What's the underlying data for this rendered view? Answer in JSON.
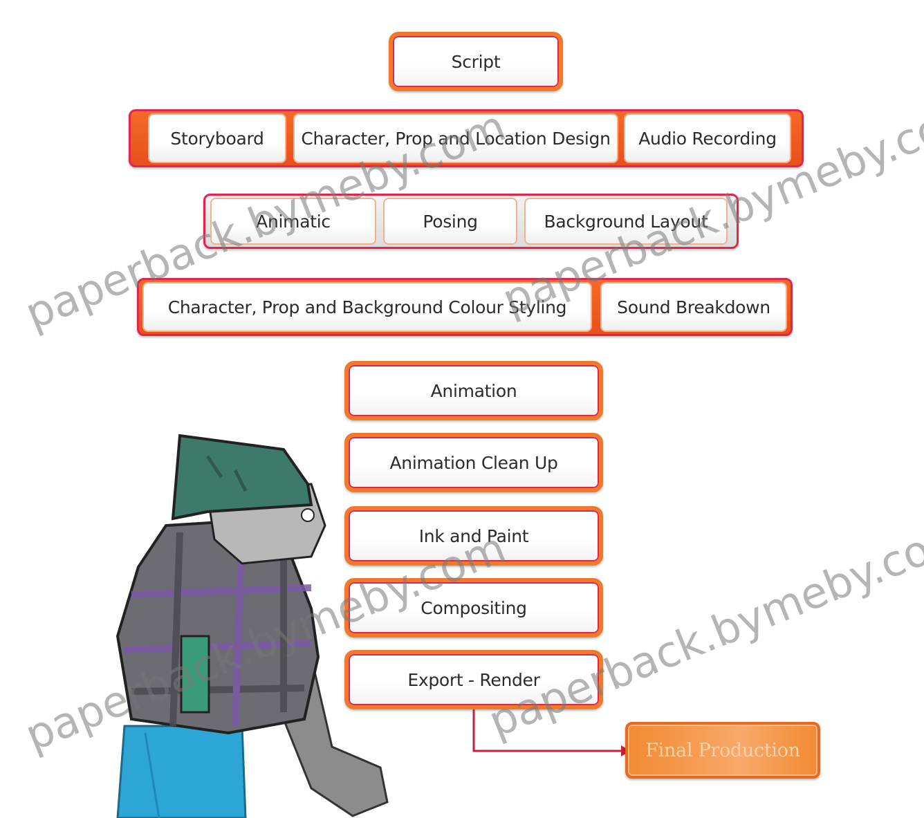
{
  "steps": {
    "script": "Script",
    "storyboard": "Storyboard",
    "character_design": "Character, Prop and Location Design",
    "audio_recording": "Audio Recording",
    "animatic": "Animatic",
    "posing": "Posing",
    "background_layout": "Background Layout",
    "colour_styling": "Character, Prop and Background Colour Styling",
    "sound_breakdown": "Sound Breakdown",
    "animation": "Animation",
    "animation_clean_up": "Animation Clean Up",
    "ink_and_paint": "Ink and Paint",
    "compositing": "Compositing",
    "export_render": "Export - Render",
    "final": "Final Production"
  },
  "watermark": "paperback.bymeby.com",
  "colors": {
    "box_border": "#f07a2c",
    "accent_red": "#e0264c",
    "final_fill": "#f28a32",
    "arrow": "#c8203c"
  },
  "illustration": "character-in-beanie-and-plaid-jacket"
}
